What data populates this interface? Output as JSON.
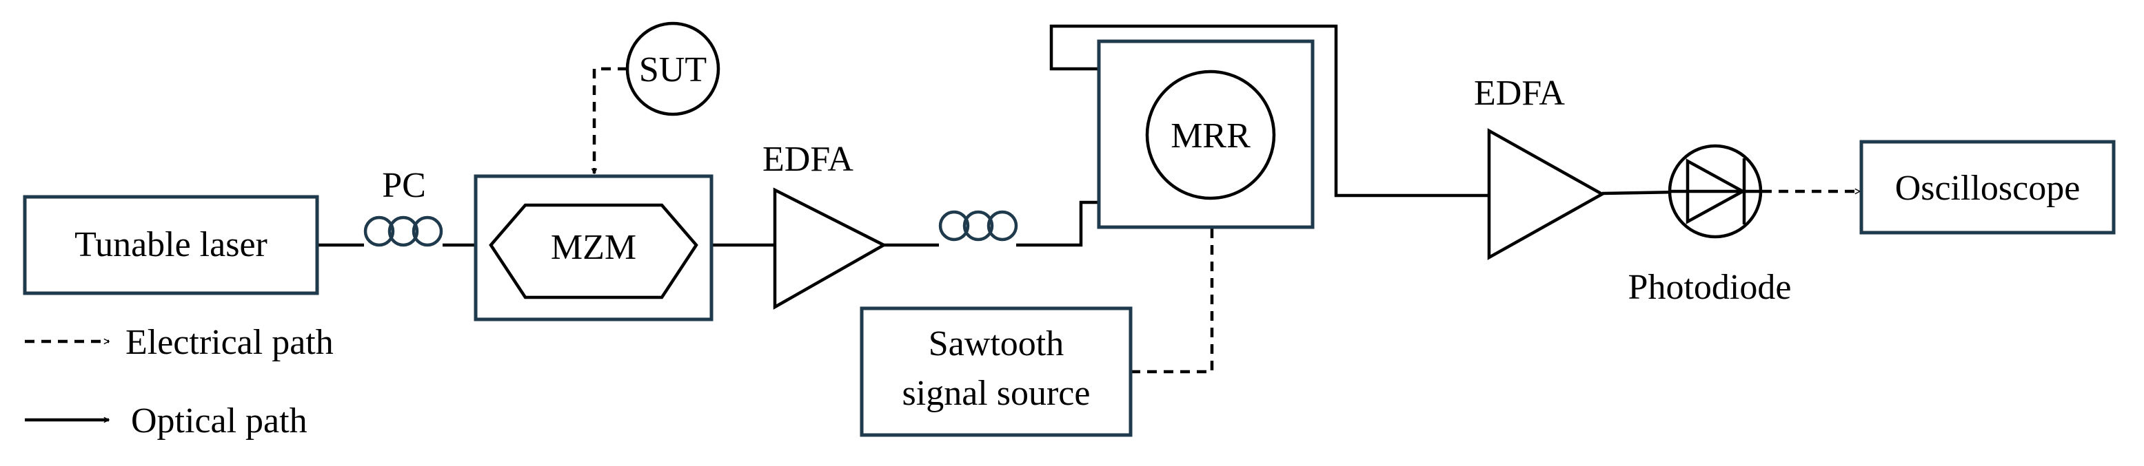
{
  "blocks": {
    "laser": "Tunable laser",
    "pc": "PC",
    "mzm": "MZM",
    "sut": "SUT",
    "edfa1": "EDFA",
    "mrr": "MRR",
    "sawtooth_line1": "Sawtooth",
    "sawtooth_line2": "signal source",
    "edfa2": "EDFA",
    "photodiode": "Photodiode",
    "oscilloscope": "Oscilloscope"
  },
  "legend": {
    "electrical": "Electrical path",
    "optical": "Optical path"
  },
  "colors": {
    "box_border": "#1f3a4d",
    "line": "#000000"
  },
  "icons": [
    "polarization-controller-coil-icon",
    "amplifier-triangle-icon",
    "photodiode-icon",
    "arrowhead-icon"
  ]
}
